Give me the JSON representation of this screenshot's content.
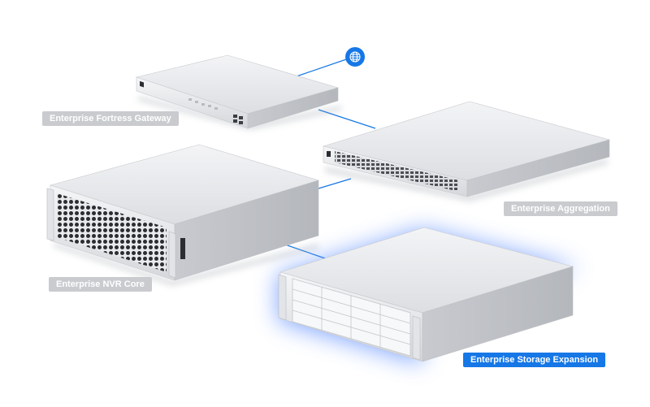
{
  "colors": {
    "background": "#ffffff",
    "accent": "#1677e6",
    "label_bg": "#c9cbcf",
    "label_text": "#ffffff",
    "glow": "#5b8cff",
    "link_line": "#1677e6"
  },
  "internet_icon": {
    "icon": "globe-icon"
  },
  "devices": [
    {
      "id": "gateway",
      "label": "Enterprise Fortress Gateway",
      "selected": false
    },
    {
      "id": "aggregation",
      "label": "Enterprise Aggregation",
      "selected": false
    },
    {
      "id": "nvr",
      "label": "Enterprise NVR Core",
      "selected": false
    },
    {
      "id": "storage",
      "label": "Enterprise Storage Expansion",
      "selected": true
    }
  ]
}
